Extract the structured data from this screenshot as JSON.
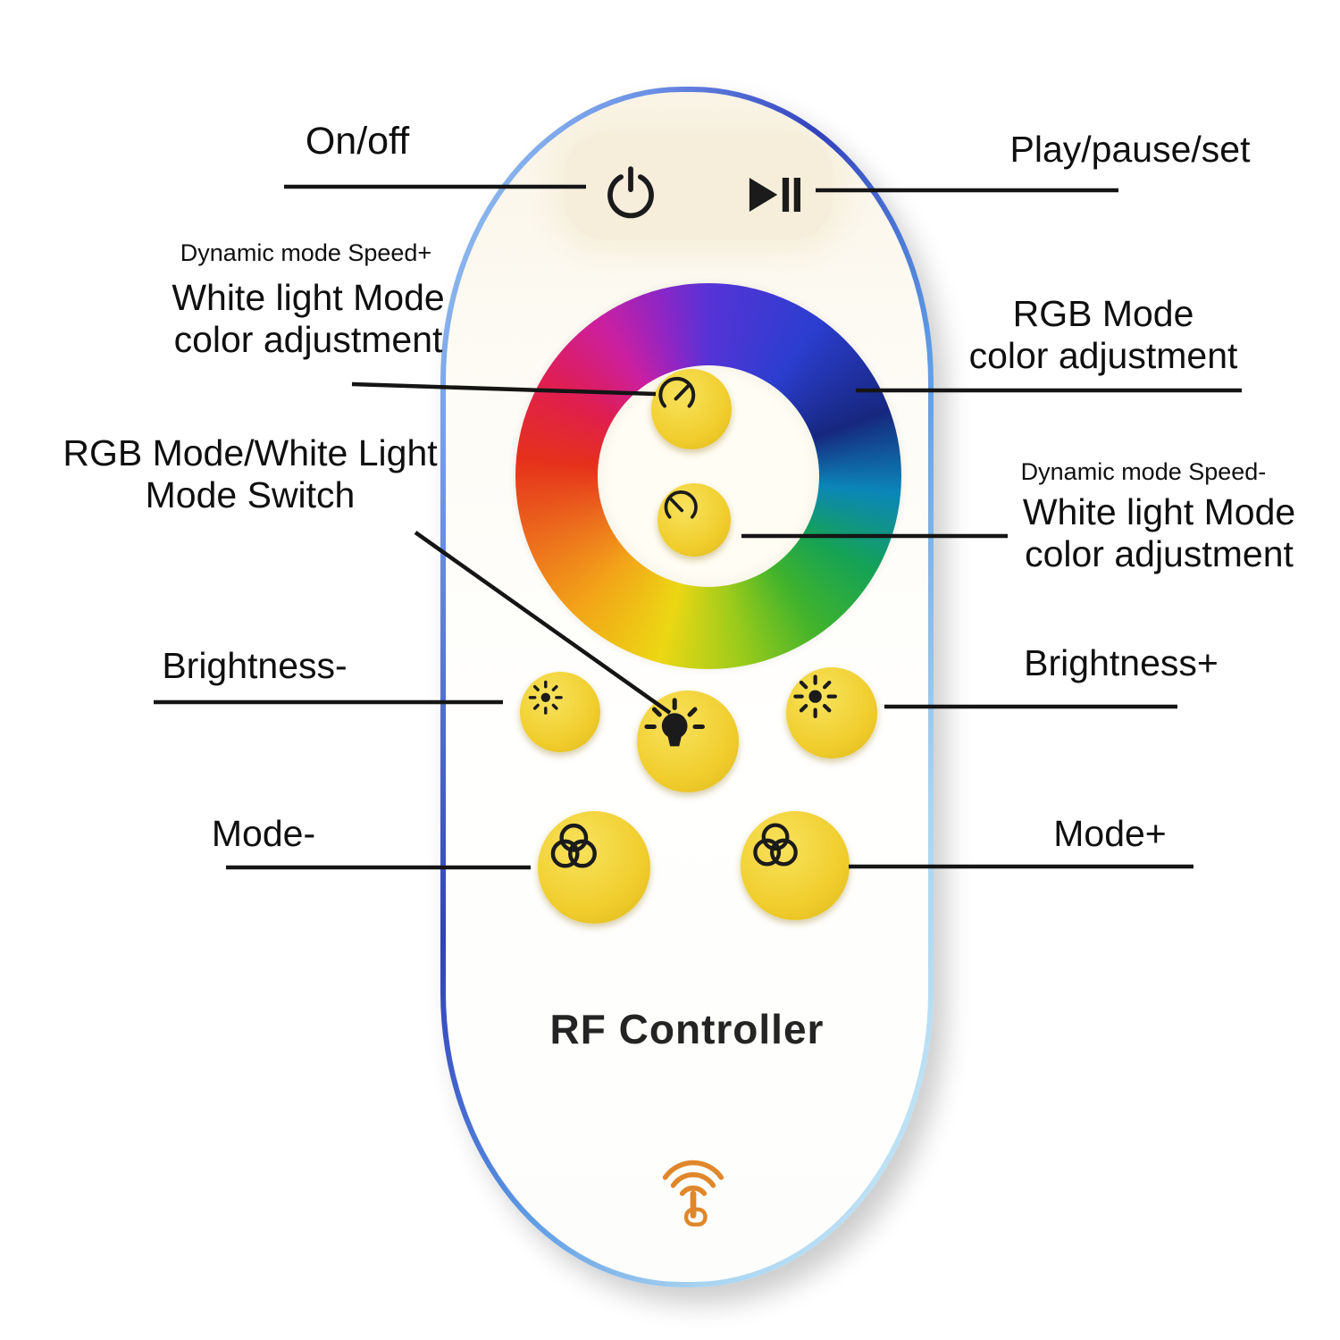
{
  "figure": {
    "type": "annotated-product-diagram",
    "subject": "RF LED strip remote controller with callout labels"
  },
  "remote": {
    "brand_label": "RF Controller"
  },
  "callouts": {
    "on_off": {
      "label": "On/off"
    },
    "play_pause_set": {
      "label": "Play/pause/set"
    },
    "speed_plus": {
      "sub": "Dynamic mode Speed+",
      "line1": "White light Mode",
      "line2": "color adjustment"
    },
    "rgb_mode": {
      "line1": "RGB Mode",
      "line2": "color adjustment"
    },
    "mode_switch": {
      "line1": "RGB Mode/White Light",
      "line2": "Mode Switch"
    },
    "speed_minus": {
      "sub": "Dynamic mode Speed-",
      "line1": "White light Mode",
      "line2": "color adjustment"
    },
    "brightness_minus": {
      "label": "Brightness-"
    },
    "brightness_plus": {
      "label": "Brightness+"
    },
    "mode_minus": {
      "label": "Mode-"
    },
    "mode_plus": {
      "label": "Mode+"
    }
  },
  "icons": [
    "power-icon",
    "play-pause-icon",
    "speed-gauge-plus-icon",
    "speed-gauge-minus-icon",
    "brightness-minus-sun-icon",
    "light-bulb-rays-icon",
    "brightness-plus-sun-icon",
    "mode-minus-tricircle-icon",
    "mode-plus-tricircle-icon",
    "touch-signal-icon"
  ],
  "colors": {
    "button_yellow": "#f0cd2c",
    "icon_black": "#1b1b1b",
    "callout_line": "#151515",
    "edge_blue_light": "#a5d8f2",
    "edge_blue_dark": "#3241bd",
    "body_ivory": "#f6eedb",
    "touch_icon_orange": "#e0872b",
    "ring_colors": [
      "#5633d6",
      "#17277f",
      "#0b86b8",
      "#15a256",
      "#9ccb1b",
      "#ecd714",
      "#f2a318",
      "#e5311b",
      "#e01e50",
      "#cb1fa0"
    ]
  }
}
